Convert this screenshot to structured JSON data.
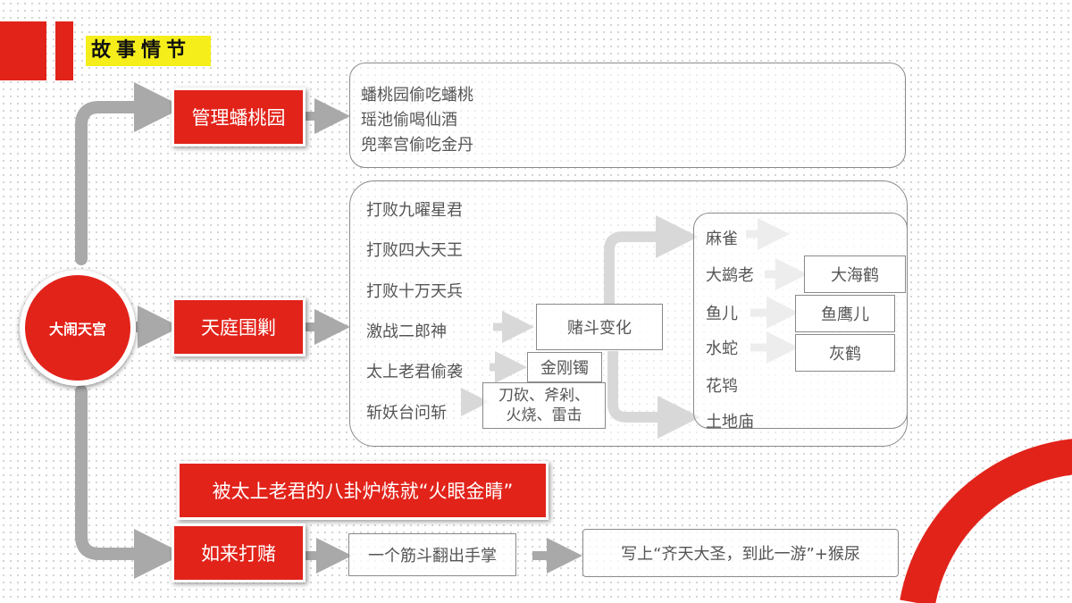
{
  "page": {
    "title": "故事情节"
  },
  "center": {
    "label": "大闹天宫"
  },
  "branch1": {
    "label": "管理蟠桃园",
    "items": [
      "蟠桃园偷吃蟠桃",
      "瑶池偷喝仙酒",
      "兜率宫偷吃金丹"
    ]
  },
  "branch2": {
    "label": "天庭围剿",
    "items": [
      "打败九曜星君",
      "打败四大天王",
      "打败十万天兵",
      "激战二郎神",
      "太上老君偷袭",
      "斩妖台问斩"
    ],
    "gamble": "赌斗变化",
    "bracelet": "金刚镯",
    "execution": {
      "line1": "刀砍、斧剁、",
      "line2": "火烧、雷击"
    },
    "transforms": {
      "left": [
        "麻雀",
        "大鹚老",
        "鱼儿",
        "水蛇",
        "花鸨",
        "土地庙"
      ],
      "right": [
        "大海鹤",
        "鱼鹰儿",
        "灰鹤"
      ]
    }
  },
  "branch3": {
    "label": "被太上老君的八卦炉炼就“火眼金睛”"
  },
  "branch4": {
    "label": "如来打赌",
    "step1": "一个筋斗翻出手掌",
    "step2": "写上“齐天大圣，到此一游”+猴尿"
  },
  "colors": {
    "accent": "#e2231a",
    "title_bg": "#f5ee1a",
    "arrow": "#a9a9a9",
    "outline": "#8a8a8a"
  }
}
